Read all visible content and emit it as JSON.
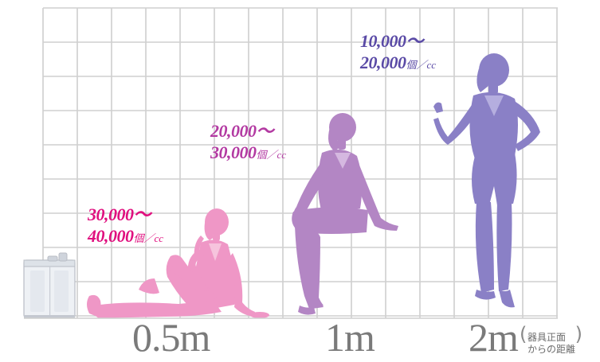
{
  "colors": {
    "grid": "#cfcfcf",
    "near": "#ef97c6",
    "near_text": "#e0107f",
    "mid": "#b386c4",
    "mid_text": "#b33aa2",
    "far": "#8a80c6",
    "far_text": "#5a4aa6",
    "distance_text": "#7a7a7a"
  },
  "labels": [
    {
      "line1": "30,000～",
      "line2": "40,000",
      "unit": "個／cc"
    },
    {
      "line1": "20,000～",
      "line2": "30,000",
      "unit": "個／cc"
    },
    {
      "line1": "10,000～",
      "line2": "20,000",
      "unit": "個／cc"
    }
  ],
  "distances": [
    "0.5m",
    "1m",
    "2m"
  ],
  "note": {
    "line1": "器具正面",
    "line2": "からの距離"
  },
  "icons": [
    "air-purifier-icon",
    "seated-woman-figure",
    "sitting-woman-figure",
    "standing-woman-figure"
  ]
}
